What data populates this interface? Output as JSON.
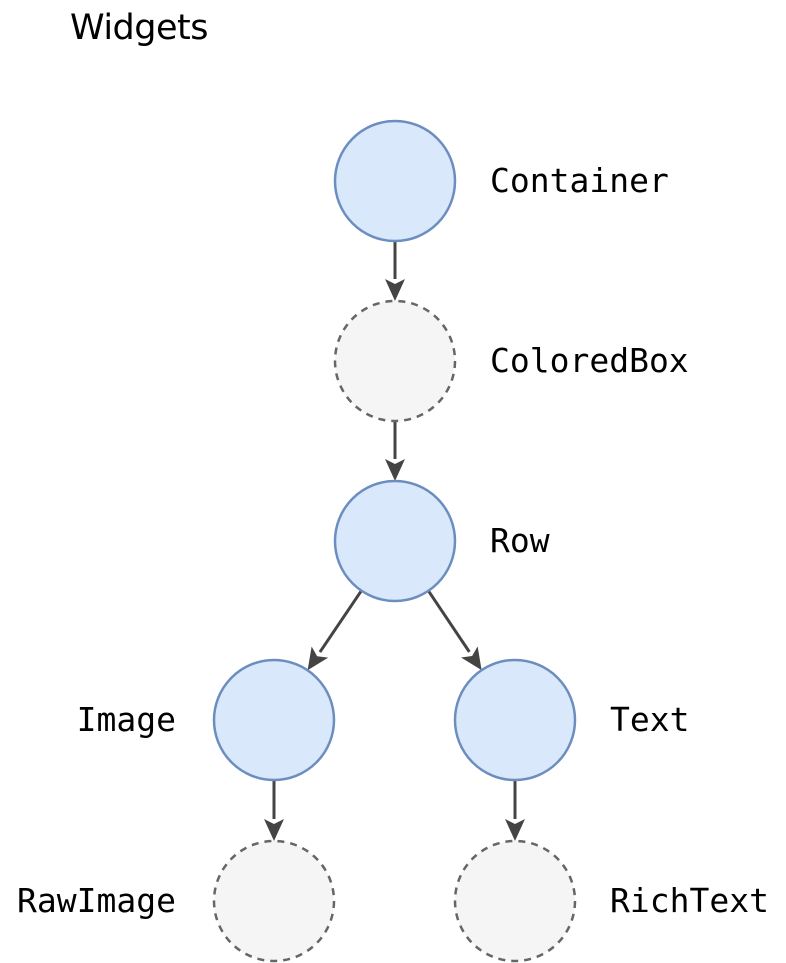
{
  "title": "Widgets",
  "colors": {
    "solid_fill": "#dae8fc",
    "solid_stroke": "#6c8ebf",
    "dashed_fill": "#f5f5f5",
    "dashed_stroke": "#666666",
    "edge": "#444444"
  },
  "nodes": [
    {
      "id": "container",
      "label": "Container",
      "style": "solid"
    },
    {
      "id": "coloredbox",
      "label": "ColoredBox",
      "style": "dashed"
    },
    {
      "id": "row",
      "label": "Row",
      "style": "solid"
    },
    {
      "id": "image",
      "label": "Image",
      "style": "solid"
    },
    {
      "id": "text",
      "label": "Text",
      "style": "solid"
    },
    {
      "id": "rawimage",
      "label": "RawImage",
      "style": "dashed"
    },
    {
      "id": "richtext",
      "label": "RichText",
      "style": "dashed"
    }
  ],
  "edges": [
    {
      "from": "container",
      "to": "coloredbox"
    },
    {
      "from": "coloredbox",
      "to": "row"
    },
    {
      "from": "row",
      "to": "image"
    },
    {
      "from": "row",
      "to": "text"
    },
    {
      "from": "image",
      "to": "rawimage"
    },
    {
      "from": "text",
      "to": "richtext"
    }
  ]
}
